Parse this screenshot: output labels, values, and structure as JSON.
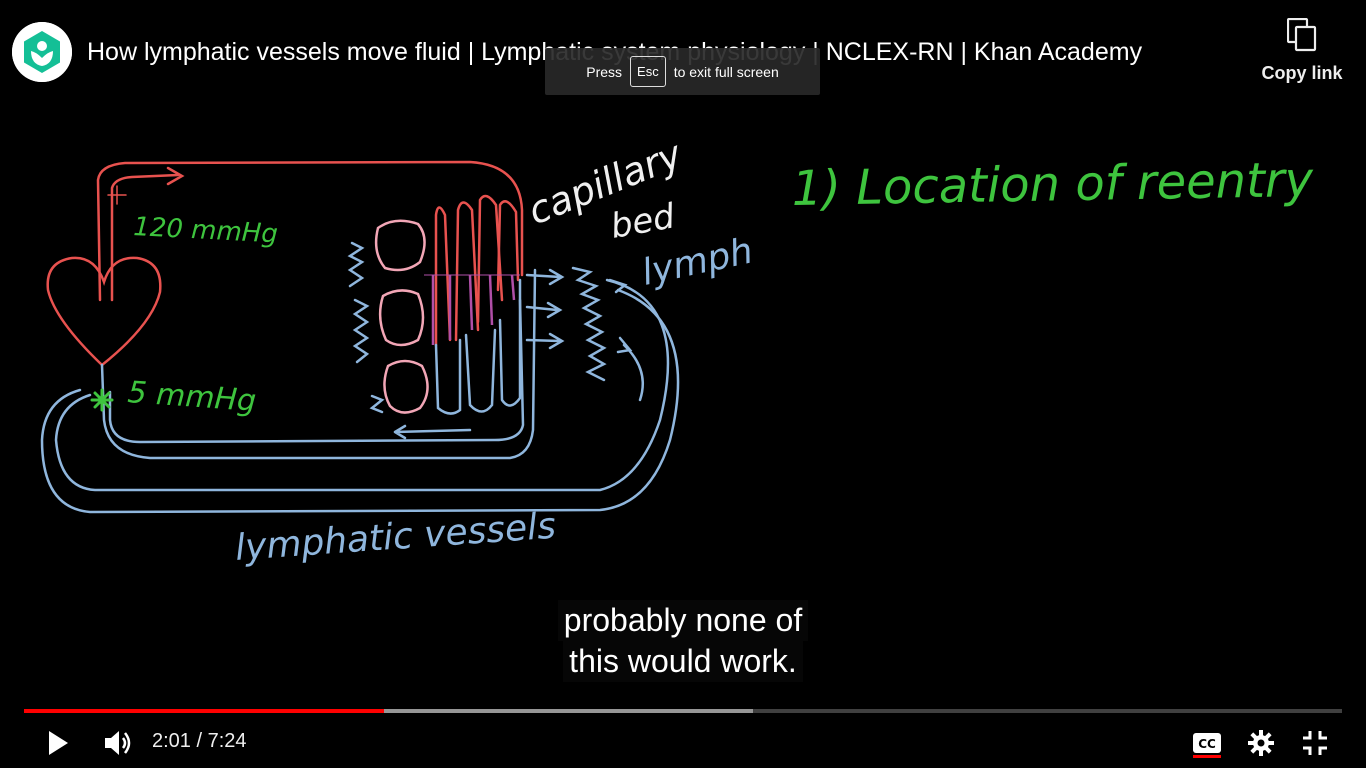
{
  "header": {
    "title": "How lymphatic vessels move fluid | Lymphatic system physiology | NCLEX-RN | Khan Academy",
    "copy_link_label": "Copy link"
  },
  "toast": {
    "press": "Press",
    "key": "Esc",
    "message": "to exit full screen"
  },
  "video_content": {
    "label_120": "120 mmHg",
    "label_5": "5 mmHg",
    "label_capillary": "capillary",
    "label_bed": "bed",
    "label_lymph": "lymph",
    "label_lymphatic_vessels": "lymphatic vessels",
    "heading": "1) Location of reentry"
  },
  "captions": {
    "line1": "probably none of",
    "line2": "this would work."
  },
  "player": {
    "current_time": "2:01",
    "duration": "7:24",
    "time_display": "2:01 / 7:24",
    "played_fraction": 0.273,
    "buffered_fraction": 0.553,
    "captions_on": true
  },
  "colors": {
    "red": "#e8524f",
    "blue": "#8fb6dd",
    "green": "#3ec43e",
    "pink": "#f2a6b6",
    "magenta": "#b04fa8",
    "progress": "#ff0000",
    "khan": "#14bf96"
  }
}
